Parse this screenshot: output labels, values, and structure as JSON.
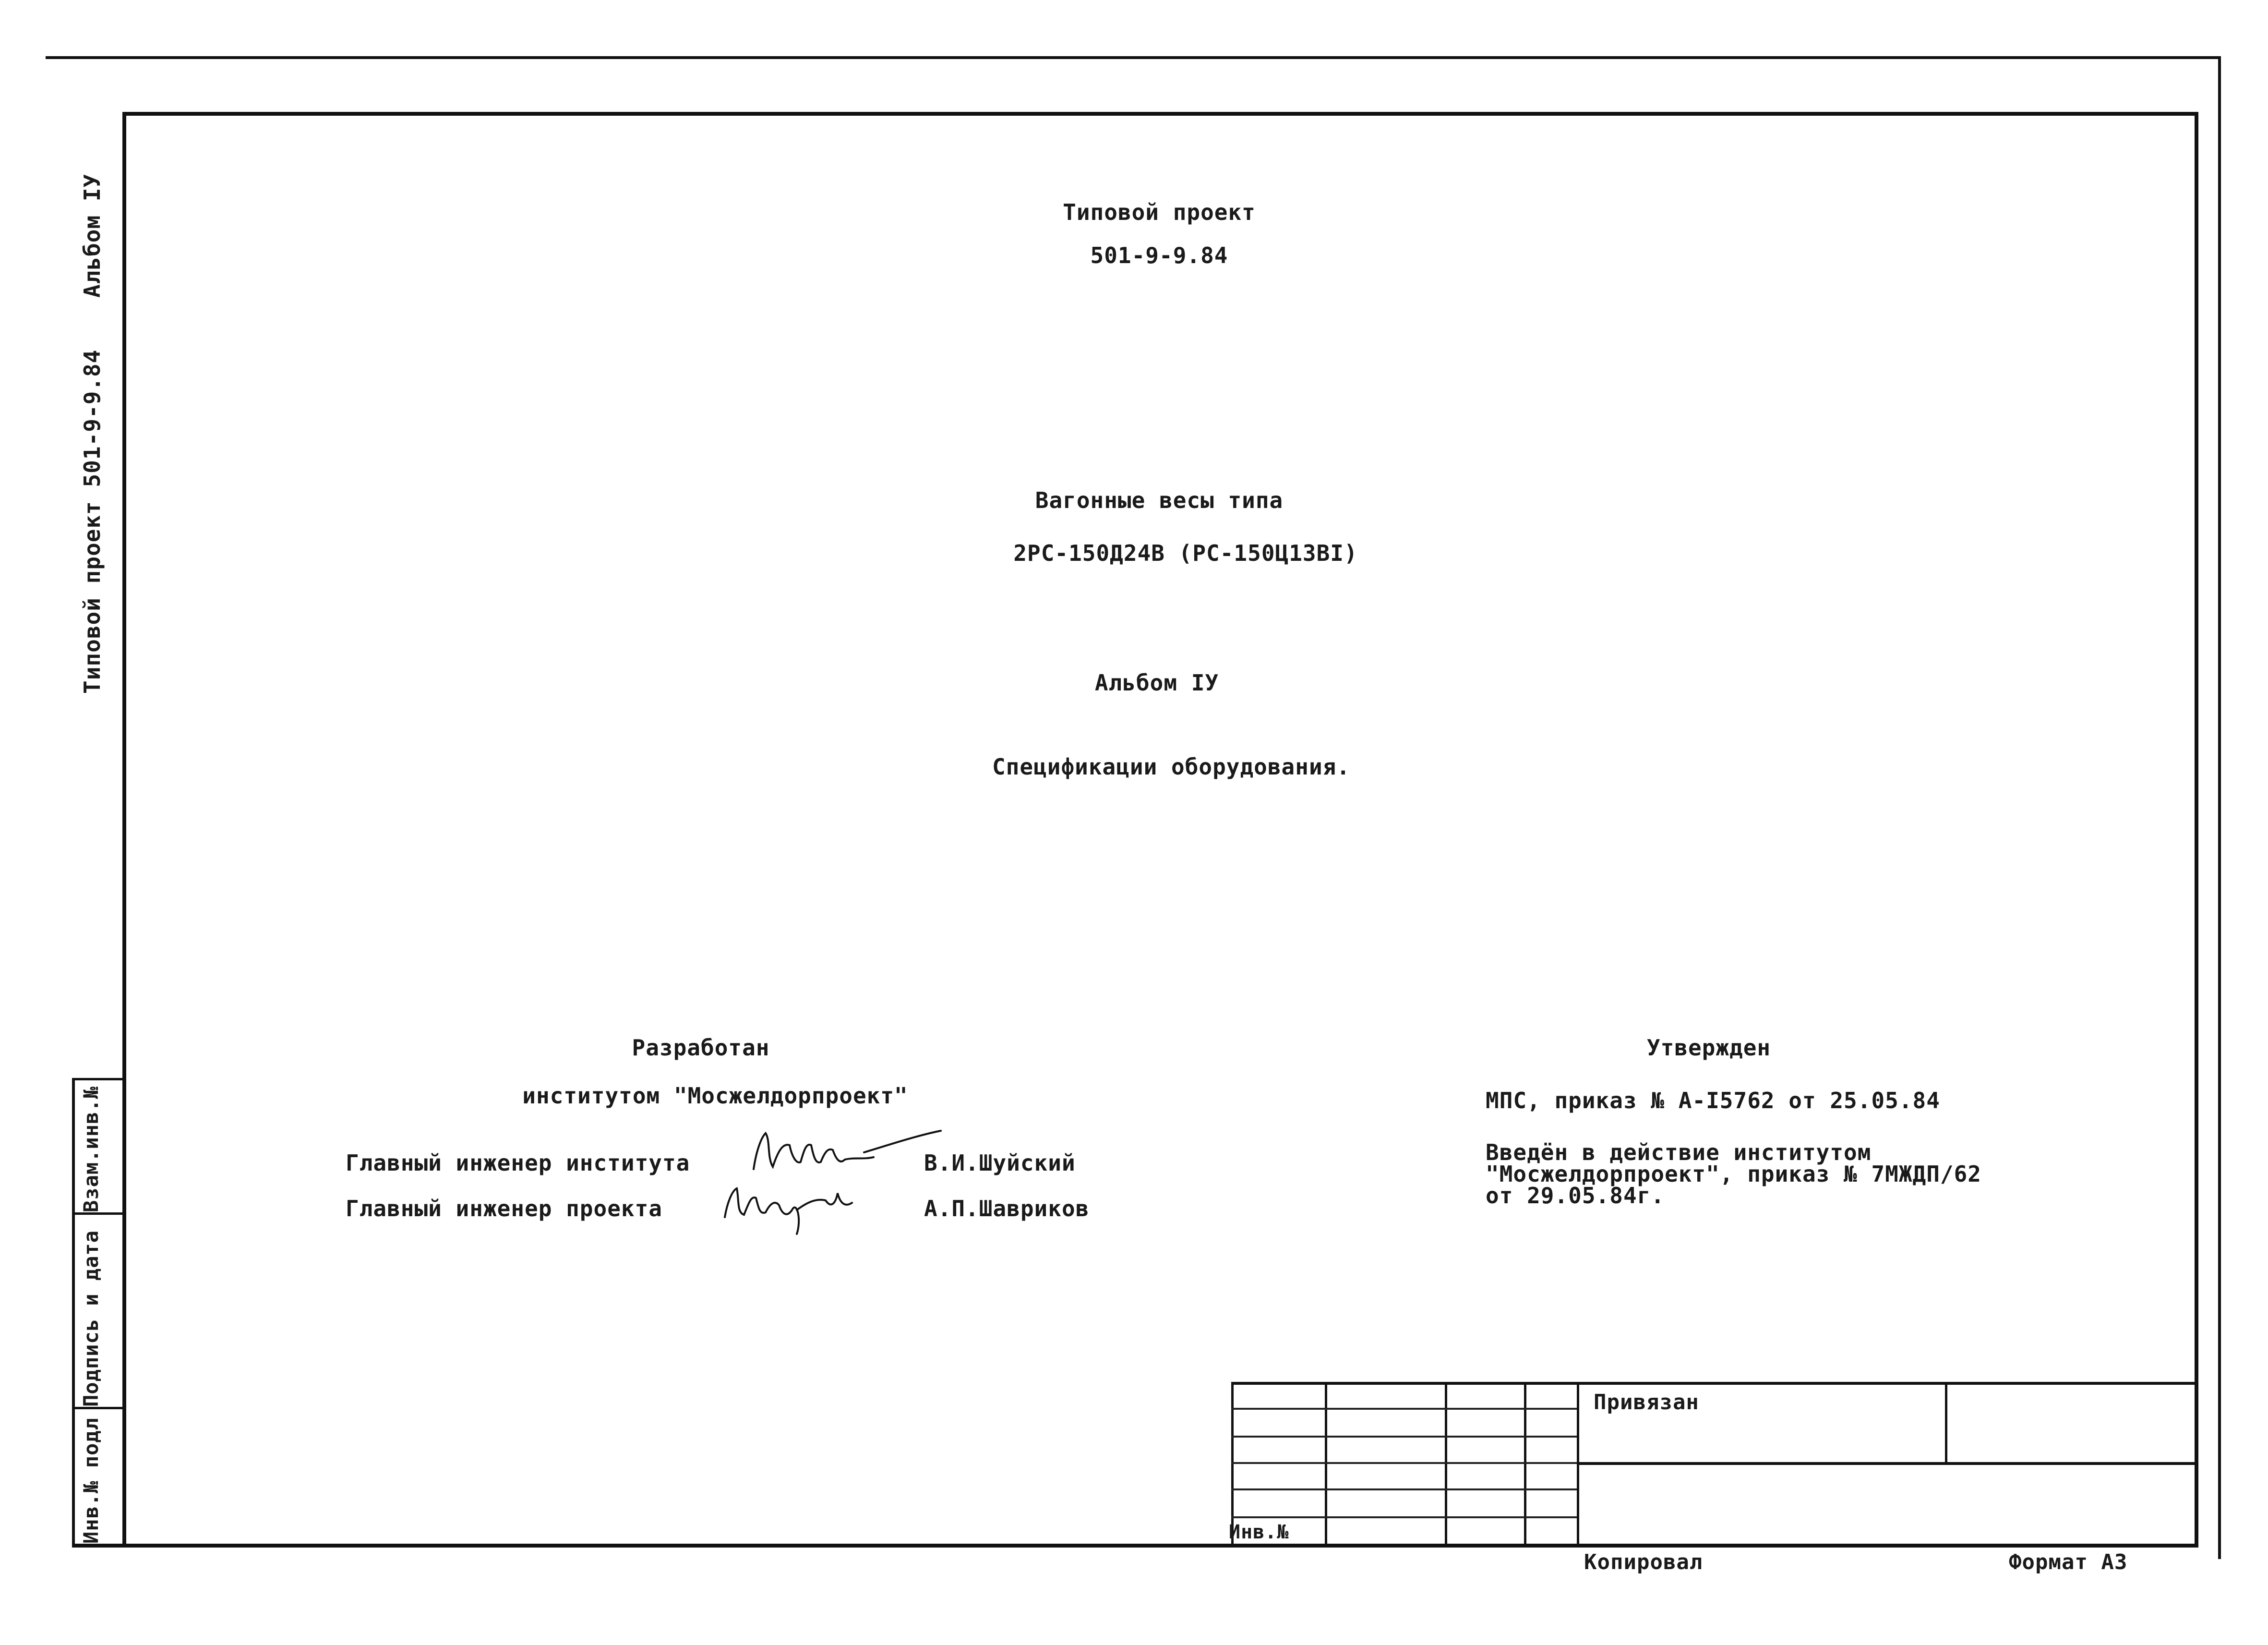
{
  "header": {
    "title_line1": "Типовой проект",
    "title_line2": "501-9-9.84"
  },
  "product": {
    "line1": "Вагонные весы типа",
    "line2": "2РС-150Д24В (РС-150Ц13ВI)"
  },
  "album": {
    "title": "Альбом IУ",
    "subtitle": "Спецификации оборудования."
  },
  "developer": {
    "heading": "Разработан",
    "institute": "институтом \"Мосжелдорпроект\"",
    "rows": [
      {
        "role": "Главный инженер института",
        "name": "В.И.Шуйский"
      },
      {
        "role": "Главный инженер проекта",
        "name": "А.П.Шавриков"
      }
    ]
  },
  "approval": {
    "heading": "Утвержден",
    "order": "МПС, приказ № А-I5762 от 25.05.84",
    "intro_line1": "Введён в действие институтом",
    "intro_line2": "\"Мосжелдорпроект\", приказ № 7МЖДП/62",
    "intro_line3": "от 29.05.84г."
  },
  "side": {
    "album": "Альбом IУ",
    "project": "Типовой проект 501-9-9.84",
    "stamp_cells": [
      "Взам.инв.№",
      "Подпись и дата",
      "Инв.№ подл"
    ]
  },
  "title_block": {
    "bound_label": "Привязан",
    "inv_label": "Инв.№"
  },
  "footer": {
    "copied": "Копировал",
    "format": "Формат А3"
  }
}
